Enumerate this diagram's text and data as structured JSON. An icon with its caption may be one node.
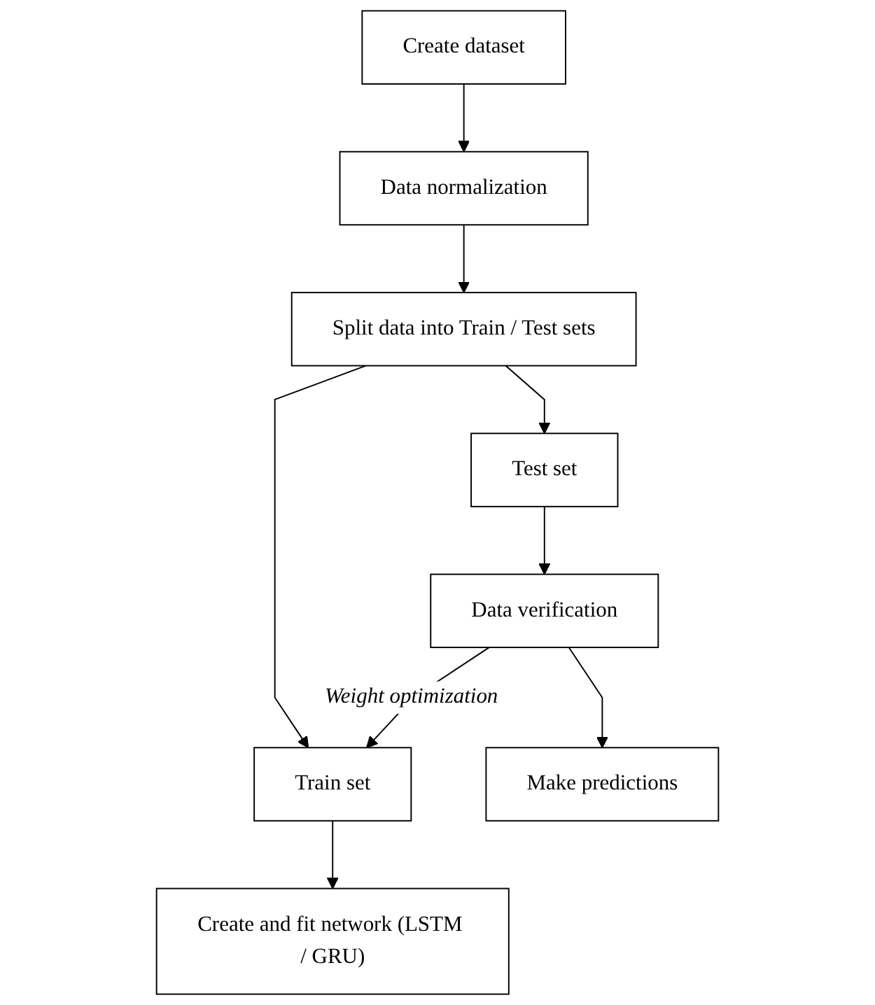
{
  "diagram": {
    "nodes": [
      {
        "text": [
          "Create dataset"
        ]
      },
      {
        "text": [
          "Data normalization"
        ]
      },
      {
        "text": [
          "Split data into Train / Test sets"
        ]
      },
      {
        "text": [
          "Train set"
        ]
      },
      {
        "text": [
          "Test set"
        ]
      },
      {
        "text": [
          "Create and fit network (LSTM / GRU)"
        ]
      },
      {
        "text": [
          "Data verification"
        ]
      },
      {
        "text": [
          "Make predictions"
        ]
      }
    ],
    "edges": [
      {
        "from": 0,
        "to": 1,
        "arrow": "to"
      },
      {
        "from": 1,
        "to": 2,
        "arrow": "to"
      },
      {
        "from": 2,
        "to": 3,
        "arrow": "to"
      },
      {
        "from": 2,
        "to": 4,
        "arrow": "to"
      },
      {
        "from": 3,
        "to": 5,
        "arrow": "to"
      },
      {
        "from": 4,
        "to": 6,
        "arrow": "to"
      },
      {
        "from": 6,
        "to": 3,
        "arrow": "to",
        "label": "Weight optimization"
      },
      {
        "from": 6,
        "to": 7,
        "arrow": "to"
      }
    ]
  }
}
